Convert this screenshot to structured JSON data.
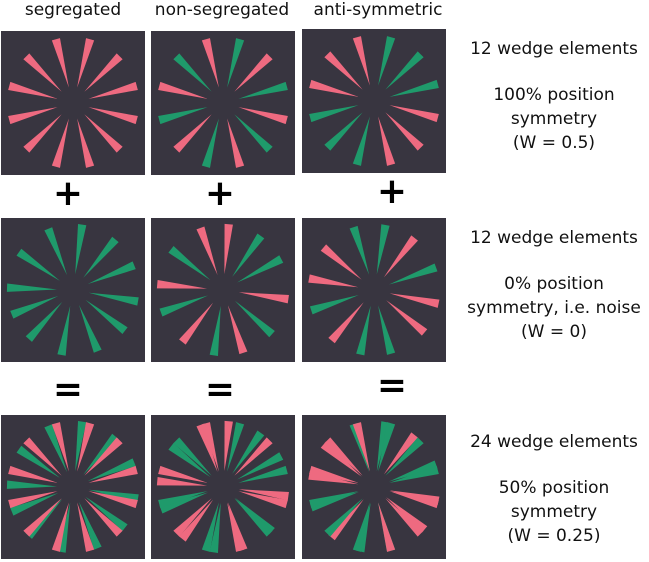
{
  "colors": {
    "panel_bg": "#383540",
    "pink": "#ee6a80",
    "green": "#1f9a6b"
  },
  "columns": [
    "segregated",
    "non-segregated",
    "anti-symmetric"
  ],
  "operators": {
    "plus": "+",
    "equals": "="
  },
  "rows": [
    {
      "count_label": "12 wedge elements",
      "symmetry_lines": [
        "100% position",
        "symmetry",
        "(W = 0.5)"
      ]
    },
    {
      "count_label": "12 wedge elements",
      "symmetry_lines": [
        "0% position",
        "symmetry, i.e. noise",
        "(W = 0)"
      ]
    },
    {
      "count_label": "24 wedge elements",
      "symmetry_lines": [
        "50% position",
        "symmetry",
        "(W = 0.25)"
      ]
    }
  ],
  "stimuli": [
    [
      {
        "angles": [
          15,
          45,
          75,
          105,
          135,
          165,
          195,
          225,
          255,
          285,
          315,
          345
        ],
        "colors": [
          "p",
          "p",
          "p",
          "p",
          "p",
          "p",
          "p",
          "p",
          "p",
          "p",
          "p",
          "p"
        ]
      },
      {
        "angles": [
          15,
          45,
          75,
          105,
          135,
          165,
          195,
          225,
          255,
          285,
          315,
          345
        ],
        "colors": [
          "g",
          "p",
          "g",
          "p",
          "g",
          "p",
          "g",
          "p",
          "g",
          "p",
          "g",
          "p"
        ]
      },
      {
        "angles": [
          15,
          45,
          75,
          105,
          135,
          165,
          195,
          225,
          255,
          285,
          315,
          345
        ],
        "colors": [
          "g",
          "g",
          "g",
          "p",
          "p",
          "p",
          "g",
          "g",
          "g",
          "p",
          "p",
          "p"
        ]
      }
    ],
    [
      {
        "angles": [
          8,
          40,
          68,
          100,
          128,
          158,
          190,
          222,
          248,
          272,
          305,
          338
        ],
        "colors": [
          "g",
          "g",
          "g",
          "g",
          "g",
          "g",
          "g",
          "g",
          "g",
          "g",
          "g",
          "g"
        ]
      },
      {
        "angles": [
          5,
          35,
          62,
          98,
          132,
          162,
          188,
          218,
          250,
          275,
          308,
          340
        ],
        "colors": [
          "p",
          "g",
          "g",
          "p",
          "g",
          "p",
          "g",
          "p",
          "g",
          "p",
          "g",
          "p"
        ]
      },
      {
        "angles": [
          10,
          38,
          70,
          102,
          130,
          165,
          192,
          220,
          252,
          280,
          310,
          342
        ],
        "colors": [
          "g",
          "p",
          "g",
          "p",
          "p",
          "g",
          "g",
          "p",
          "g",
          "p",
          "p",
          "g"
        ]
      }
    ],
    [
      {
        "angles": [
          8,
          15,
          40,
          45,
          68,
          75,
          100,
          105,
          128,
          135,
          158,
          165,
          190,
          195,
          222,
          225,
          248,
          255,
          272,
          285,
          305,
          315,
          338,
          345
        ],
        "colors": [
          "g",
          "p",
          "g",
          "p",
          "g",
          "p",
          "g",
          "p",
          "g",
          "p",
          "g",
          "p",
          "g",
          "p",
          "g",
          "p",
          "g",
          "p",
          "g",
          "p",
          "g",
          "p",
          "g",
          "p"
        ]
      },
      {
        "angles": [
          5,
          15,
          35,
          45,
          62,
          75,
          98,
          105,
          132,
          135,
          162,
          165,
          188,
          195,
          218,
          225,
          250,
          255,
          275,
          285,
          308,
          315,
          340,
          345
        ],
        "colors": [
          "p",
          "g",
          "g",
          "p",
          "g",
          "g",
          "p",
          "p",
          "g",
          "g",
          "p",
          "p",
          "g",
          "g",
          "p",
          "p",
          "g",
          "g",
          "p",
          "p",
          "g",
          "g",
          "p",
          "p"
        ]
      },
      {
        "angles": [
          10,
          15,
          38,
          45,
          70,
          75,
          102,
          105,
          130,
          135,
          165,
          165,
          192,
          195,
          220,
          225,
          252,
          255,
          280,
          285,
          310,
          315,
          342,
          345
        ],
        "colors": [
          "g",
          "g",
          "p",
          "g",
          "g",
          "g",
          "p",
          "p",
          "p",
          "p",
          "g",
          "p",
          "g",
          "g",
          "p",
          "g",
          "g",
          "g",
          "p",
          "p",
          "p",
          "p",
          "g",
          "p"
        ]
      }
    ]
  ]
}
